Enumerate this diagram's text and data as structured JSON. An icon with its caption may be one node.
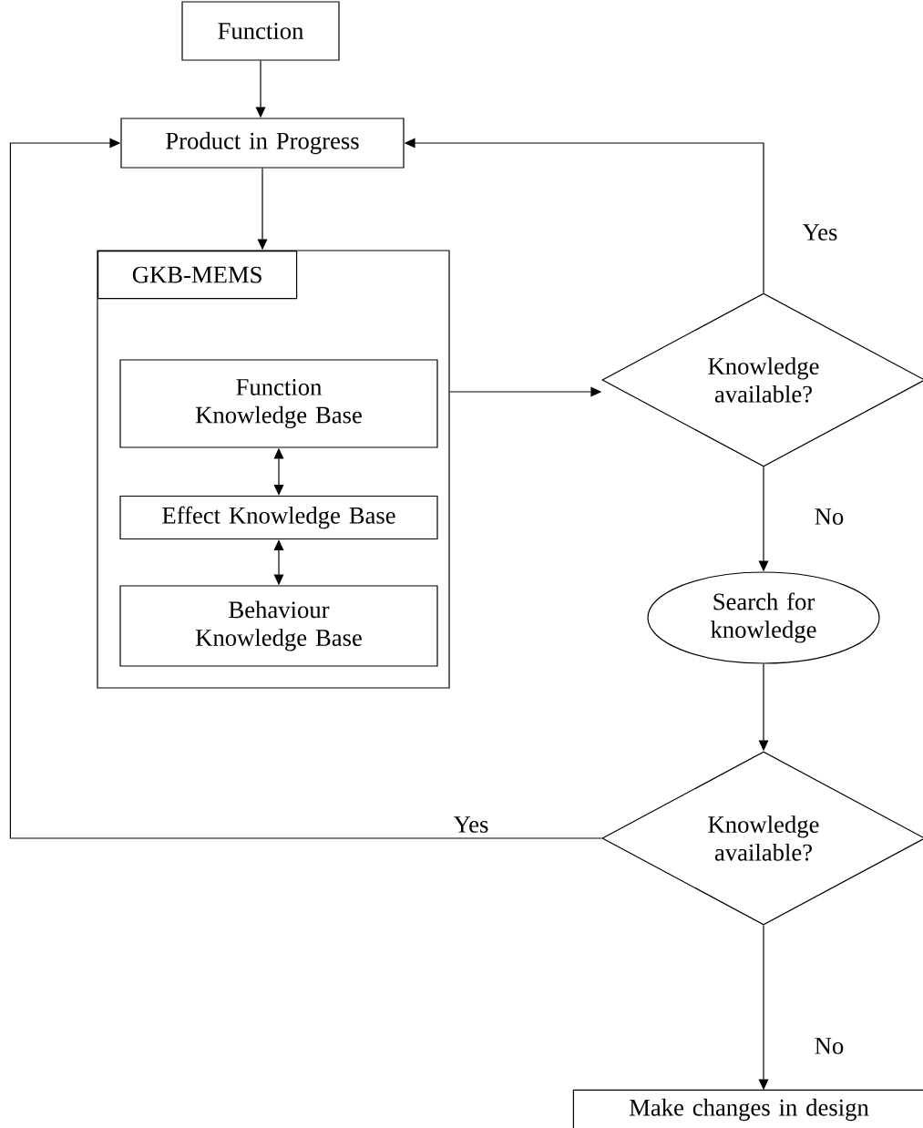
{
  "diagram": {
    "nodes": [
      {
        "text": [
          "Function"
        ]
      },
      {
        "text": [
          "Product in Progress"
        ]
      },
      {
        "text": [
          "GKB-MEMS"
        ]
      },
      {
        "text": [
          "Function Knowledge Base"
        ],
        "in": 2
      },
      {
        "text": [
          "Effect Knowledge Base"
        ],
        "in": 2
      },
      {
        "text": [
          "Behaviour Knowledge Base"
        ],
        "in": 2
      },
      {
        "text": [
          "Knowledge available?"
        ]
      },
      {
        "text": [
          "Search for knowledge"
        ]
      },
      {
        "text": [
          "Knowledge available?"
        ]
      },
      {
        "text": [
          "Make changes in design"
        ]
      }
    ],
    "edges": [
      {
        "from": 0,
        "to": 1,
        "arrow": "to"
      },
      {
        "from": 1,
        "to": 2,
        "arrow": "to"
      },
      {
        "from": 3,
        "to": 4,
        "arrow": "both"
      },
      {
        "from": 4,
        "to": 5,
        "arrow": "both"
      },
      {
        "from": 2,
        "to": 6,
        "arrow": "to"
      },
      {
        "from": 6,
        "to": 1,
        "arrow": "to",
        "label": "Yes"
      },
      {
        "from": 6,
        "to": 7,
        "arrow": "to",
        "label": "No"
      },
      {
        "from": 7,
        "to": 8,
        "arrow": "to"
      },
      {
        "from": 8,
        "to": 1,
        "arrow": "to",
        "label": "Yes"
      },
      {
        "from": 8,
        "to": 9,
        "arrow": "to",
        "label": "No"
      }
    ]
  }
}
